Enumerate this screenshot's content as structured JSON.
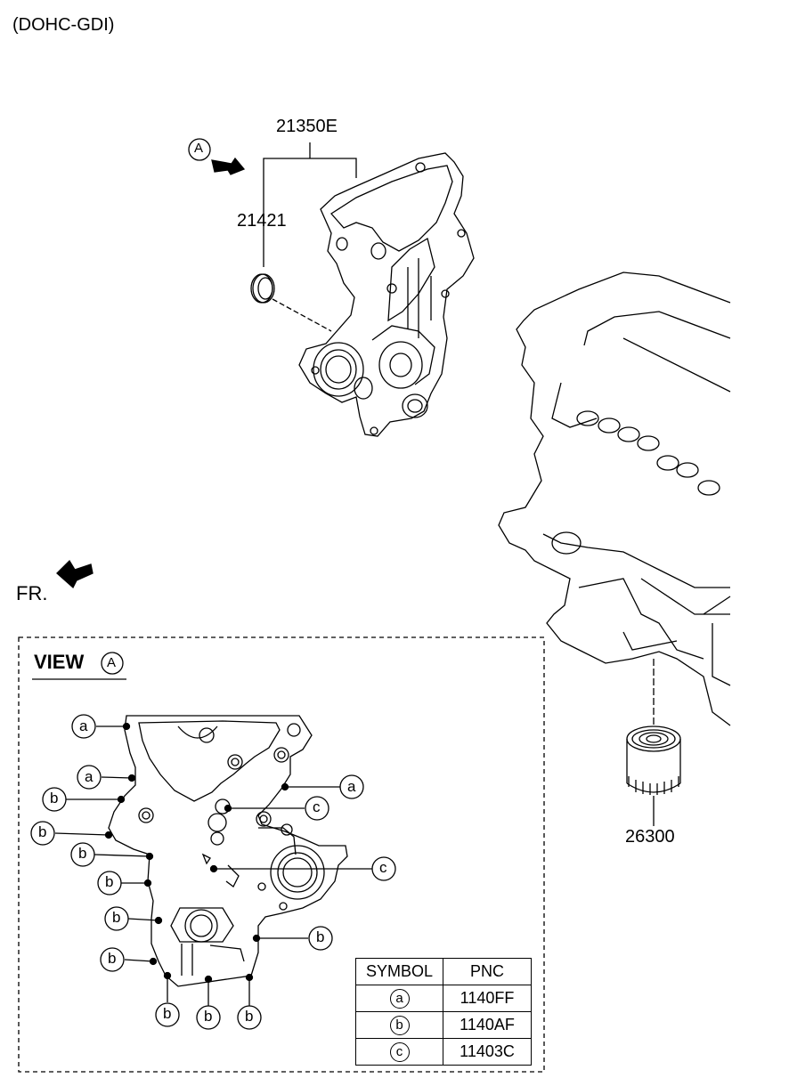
{
  "header": {
    "engine_label": "(DOHC-GDI)"
  },
  "orientation": {
    "front_label": "FR."
  },
  "callout_a": {
    "circle_letter": "A"
  },
  "parts": {
    "timing_cover": "21350E",
    "oil_seal": "21421",
    "oil_filter": "26300"
  },
  "view": {
    "title": "VIEW",
    "circle_letter": "A",
    "bolt_labels": [
      "a",
      "a",
      "a",
      "b",
      "b",
      "b",
      "b",
      "b",
      "b",
      "b",
      "b",
      "b",
      "b",
      "c",
      "c"
    ]
  },
  "legend": {
    "headers": {
      "symbol": "SYMBOL",
      "pnc": "PNC"
    },
    "rows": [
      {
        "symbol": "a",
        "pnc": "1140FF"
      },
      {
        "symbol": "b",
        "pnc": "1140AF"
      },
      {
        "symbol": "c",
        "pnc": "11403C"
      }
    ]
  }
}
